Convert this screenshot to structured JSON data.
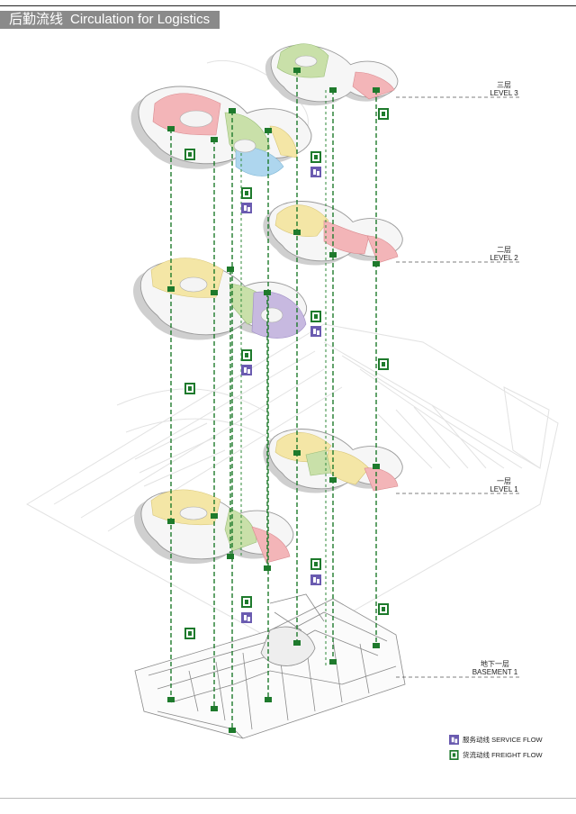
{
  "header": {
    "title_cn": "后勤流线",
    "title_en": "Circulation for Logistics"
  },
  "levels": [
    {
      "cn": "三层",
      "en": "LEVEL 3"
    },
    {
      "cn": "二层",
      "en": "LEVEL 2"
    },
    {
      "cn": "一层",
      "en": "LEVEL 1"
    },
    {
      "cn": "地下一层",
      "en": "BASEMENT 1"
    }
  ],
  "legend": {
    "service": "服务动线 SERVICE FLOW",
    "freight": "货流动线 FREIGHT FLOW"
  },
  "colors": {
    "service_flow": "#6a5bb0",
    "freight_flow": "#1e7a2c",
    "pink": "#f3b5b8",
    "yellow": "#f4e6a6",
    "green": "#c9e0a9",
    "blue": "#aed6ee",
    "purple": "#c7b9e0",
    "floor_gray": "#dcdcdc"
  },
  "icons": {
    "service": "elevator-service-icon",
    "freight": "elevator-freight-icon"
  }
}
